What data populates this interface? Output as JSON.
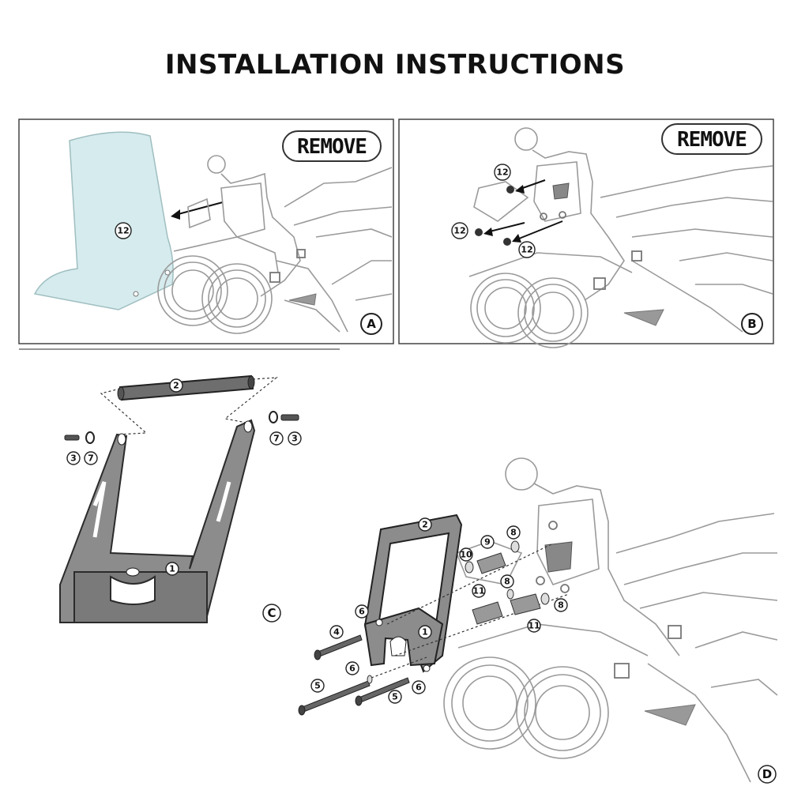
{
  "title": "INSTALLATION INSTRUCTIONS",
  "panel_a": {
    "step": "A",
    "action": "REMOVE",
    "callouts": [
      "12"
    ]
  },
  "panel_b": {
    "step": "B",
    "action": "REMOVE",
    "callouts": [
      "12",
      "12",
      "12"
    ]
  },
  "panel_c": {
    "step": "C",
    "callouts": {
      "bar": "2",
      "bracket": "1",
      "left_pair": [
        "3",
        "7"
      ],
      "right_pair": [
        "7",
        "3"
      ]
    }
  },
  "panel_d": {
    "step": "D",
    "callouts": {
      "bar": "2",
      "bracket": "1",
      "c8a": "8",
      "c9": "9",
      "c10": "10",
      "c11a": "11",
      "c8b": "8",
      "c8c": "8",
      "c11b": "11",
      "c6a": "6",
      "c4": "4",
      "c6b": "6",
      "c5a": "5",
      "c5b": "5",
      "c6c": "6"
    }
  }
}
